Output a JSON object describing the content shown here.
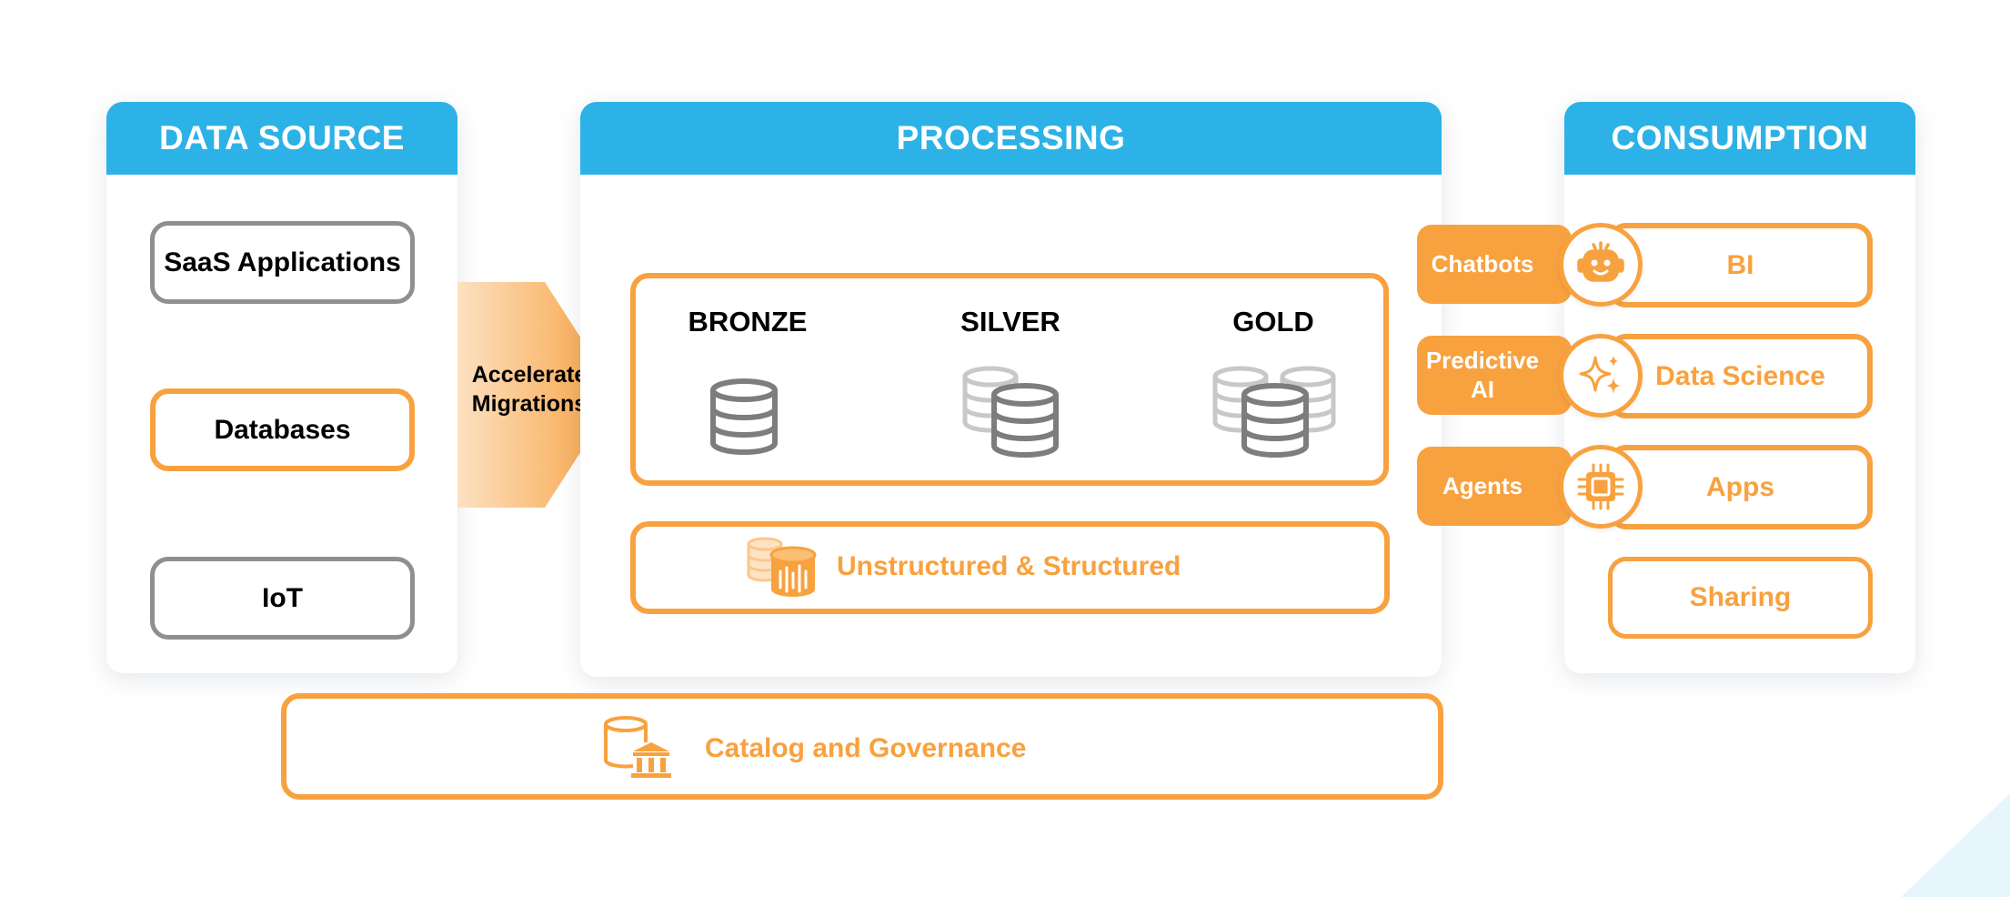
{
  "data_source": {
    "title": "DATA SOURCE",
    "items": [
      "SaaS Applications",
      "Databases",
      "IoT"
    ]
  },
  "migration": {
    "label_line1": "Accelerate",
    "label_line2": "Migrations"
  },
  "processing": {
    "title": "PROCESSING",
    "tiers": [
      "BRONZE",
      "SILVER",
      "GOLD"
    ],
    "unstructured_label": "Unstructured & Structured"
  },
  "consumption": {
    "title": "CONSUMPTION",
    "items": [
      "BI",
      "Data Science",
      "Apps",
      "Sharing"
    ],
    "ai_pills": [
      "Chatbots",
      "Predictive",
      "AI",
      "Agents"
    ]
  },
  "governance": {
    "label": "Catalog and Governance"
  },
  "colors": {
    "header_blue": "#2cb2e6",
    "accent_orange": "#f8a13f",
    "neutral_gray": "#8f8f8f",
    "icon_gray": "#7d7d7d",
    "icon_light_gray": "#c8c8c8"
  },
  "icons": [
    "database-icon",
    "chatbot-icon",
    "sparkle-icon",
    "chip-icon",
    "governance-icon",
    "unstructured-data-icon"
  ]
}
